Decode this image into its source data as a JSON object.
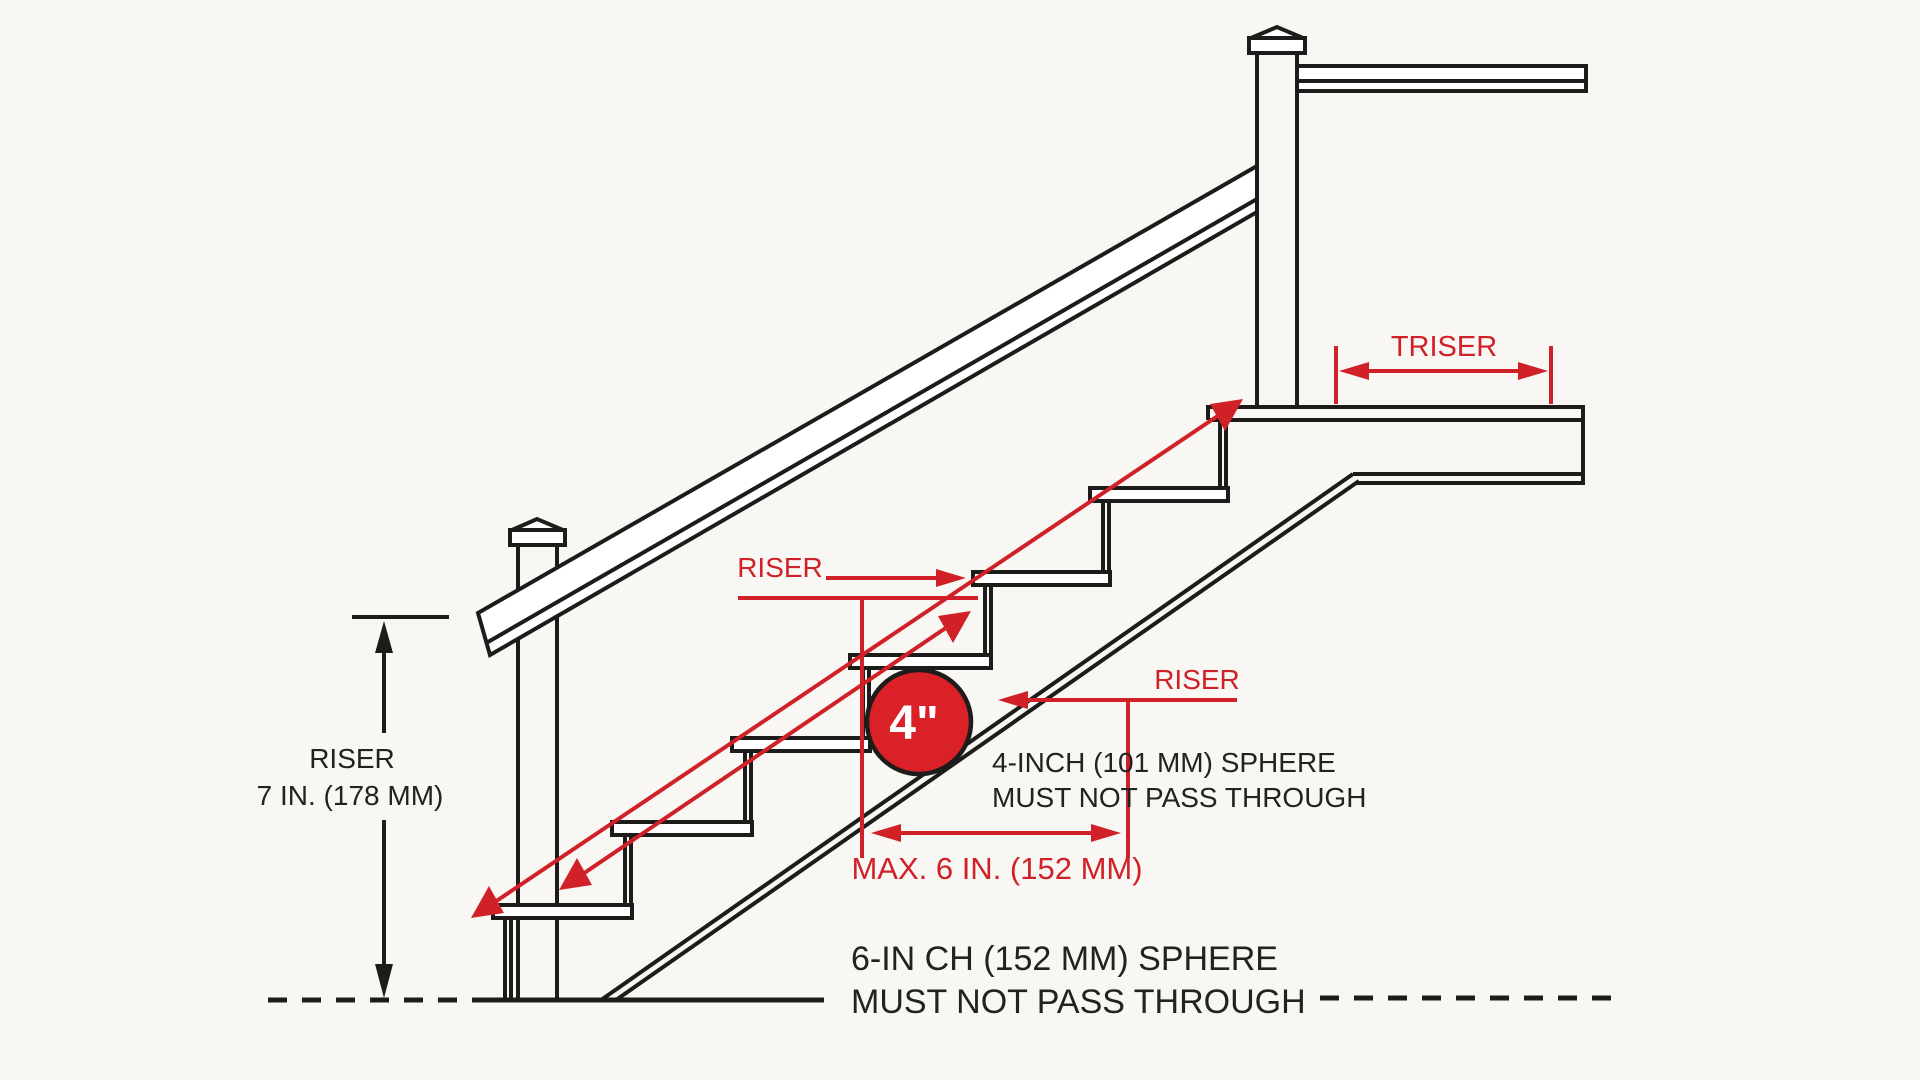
{
  "diagram": {
    "title": "Stair riser and open-riser sphere rule diagram",
    "colors": {
      "background": "#f8f7f4",
      "line_black": "#1d1c1a",
      "annotation_red": "#cf2127",
      "sphere_fill_red": "#da2128",
      "sphere_text_white": "#ffffff"
    },
    "dimensions": {
      "triser_label": "TRISER",
      "riser_upper_label": "RISER",
      "riser_mid_label": "RISER",
      "riser_height_line1": "RISER",
      "riser_height_line2": "7 IN. (178 MM)",
      "max_gap_label": "MAX. 6 IN. (152 MM)"
    },
    "sphere_4in": {
      "circle_label": "4\"",
      "note_line1": "4-INCH (101 MM) SPHERE",
      "note_line2": "MUST NOT PASS THROUGH"
    },
    "sphere_6in": {
      "note_line1": "6-IN CH (152 MM) SPHERE",
      "note_line2": "MUST NOT PASS THROUGH"
    }
  }
}
